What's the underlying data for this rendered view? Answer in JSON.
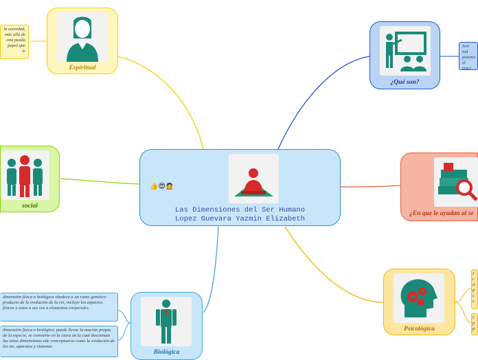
{
  "center": {
    "title": "Las Dimensiones del Ser Humano",
    "author": "Lopez Guevara Yazmin Elizabeth",
    "emojis": "👍😍🙍"
  },
  "branches": {
    "espiritual": {
      "label": "Espiritual",
      "note": "la sociedad, más allá de ona pueda papel que le",
      "color": "#f0d000"
    },
    "que_son": {
      "label": "¿Qué son?",
      "note": "Son tod potenci el creci humano",
      "color": "#3b74d8"
    },
    "social": {
      "label": "social",
      "color": "#8fd400"
    },
    "en_que_ayudan": {
      "label": "¿En que le ayudan al se",
      "color": "#e8603a"
    },
    "psicologica": {
      "label": "Psicológica",
      "notes": [
        "I r n p c s",
        "I p p"
      ],
      "color": "#f0b800"
    },
    "biologica": {
      "label": "Biológica",
      "notes": [
        "dimensión física o biológica obedece a un rama genético producto de la evolución de la cie, incluye los aspectos físicos y estos a sus vez a elementos corporales.",
        "dimensión física o biológica, puede llevar la mación propia de la especie, se convierte en la ctura en la cual descansan las otras dimensiones ede conceptuarse como la evolución de los ste, aparatos y sistemas"
      ],
      "color": "#42a5dc"
    }
  }
}
